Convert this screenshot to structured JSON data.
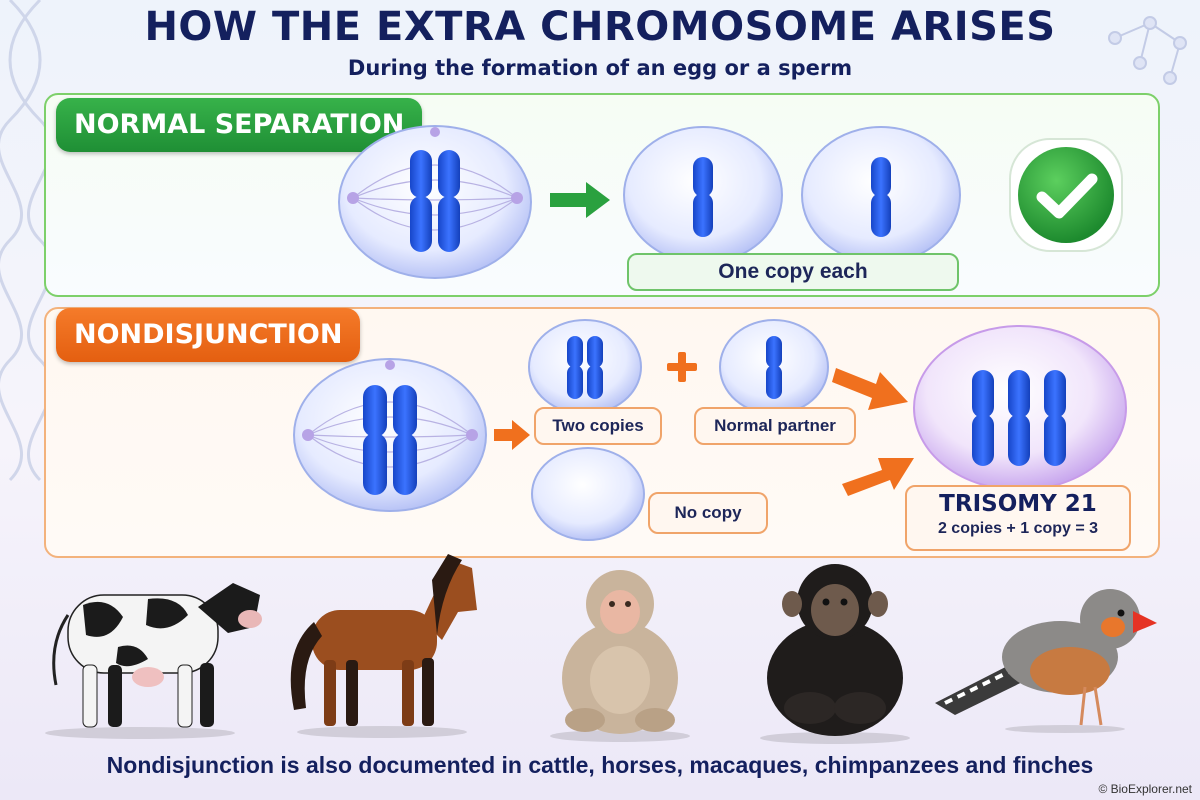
{
  "header": {
    "title": "HOW THE EXTRA CHROMOSOME ARISES",
    "subtitle": "During the formation of an egg or a sperm"
  },
  "normal_panel": {
    "tag": "NORMAL SEPARATION",
    "result_label": "One copy each",
    "status_icon": "checkmark-icon"
  },
  "nondisjunction_panel": {
    "tag": "NONDISJUNCTION",
    "two_copies_label": "Two copies",
    "normal_partner_label": "Normal partner",
    "no_copy_label": "No copy",
    "result_title": "TRISOMY 21",
    "result_equation": "2 copies + 1 copy = 3"
  },
  "animals": [
    {
      "name": "cattle",
      "icon": "cow-icon"
    },
    {
      "name": "horses",
      "icon": "horse-icon"
    },
    {
      "name": "macaques",
      "icon": "macaque-icon"
    },
    {
      "name": "chimpanzees",
      "icon": "chimpanzee-icon"
    },
    {
      "name": "finches",
      "icon": "finch-icon"
    }
  ],
  "footer": {
    "caption": "Nondisjunction is also documented in cattle, horses, macaques, chimpanzees and finches",
    "credit": "© BioExplorer.net"
  },
  "colors": {
    "title": "#14205e",
    "green_accent": "#2aa13f",
    "orange_accent": "#f0701e",
    "chromosome": "#1f55e0"
  }
}
